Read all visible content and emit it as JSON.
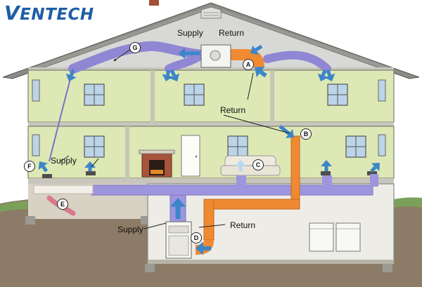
{
  "brand": {
    "name": "VENTECH"
  },
  "labels": {
    "supply_attic": "Supply",
    "return_attic": "Return",
    "return_hall": "Return",
    "supply_left": "Supply",
    "supply_basement": "Supply",
    "return_basement": "Return"
  },
  "markers": {
    "a": "A",
    "b": "B",
    "c": "C",
    "d": "D",
    "e": "E",
    "f": "F",
    "g": "G"
  },
  "colors": {
    "supply_duct": "#8f86d4",
    "return_duct": "#ef8a33",
    "supply_arrow": "#3b86c9",
    "house_wall": "#dde8b4",
    "roof": "#8a8c86",
    "ground": "#8a7a66",
    "grass": "#7aa05a",
    "basement": "#eeece6",
    "brand": "#1f5ea6"
  }
}
